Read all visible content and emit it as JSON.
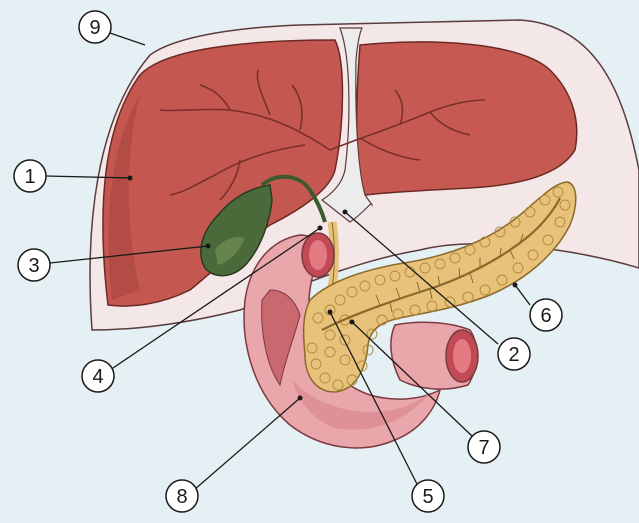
{
  "colors": {
    "background": "#e4f0f4",
    "peritoneum": "#f4e8e8",
    "liver": "#c4574f",
    "liver_dark": "#9b3a34",
    "bile_duct": "#eaeaea",
    "gallbladder": "#4a6a3a",
    "pancreas": "#e8c27a",
    "duodenum": "#e9a6ab",
    "outline": "#3a2020"
  },
  "diagram": {
    "callouts": [
      {
        "id": "label-9",
        "number": "9"
      },
      {
        "id": "label-1",
        "number": "1"
      },
      {
        "id": "label-3",
        "number": "3"
      },
      {
        "id": "label-4",
        "number": "4"
      },
      {
        "id": "label-8",
        "number": "8"
      },
      {
        "id": "label-5",
        "number": "5"
      },
      {
        "id": "label-7",
        "number": "7"
      },
      {
        "id": "label-2",
        "number": "2"
      },
      {
        "id": "label-6",
        "number": "6"
      }
    ]
  }
}
